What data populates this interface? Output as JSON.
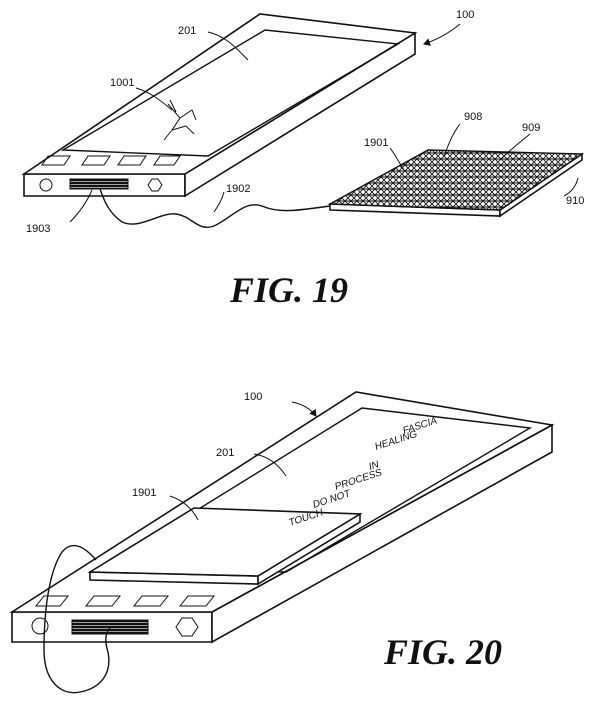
{
  "fig19": {
    "caption": "FIG. 19",
    "labels": {
      "device": "100",
      "screen": "201",
      "crack": "1001",
      "pad": "1901",
      "cable": "1902",
      "port": "1903",
      "pad_layer_a": "908",
      "pad_layer_b": "909",
      "pad_layer_c": "910"
    }
  },
  "fig20": {
    "caption": "FIG. 20",
    "labels": {
      "device": "100",
      "screen": "201",
      "pad": "1901"
    },
    "screen_text": [
      "FASCIA",
      "HEALING",
      "IN",
      "PROCESS",
      "DO NOT",
      "TOUCH"
    ]
  },
  "colors": {
    "ink": "#111111",
    "paper": "#ffffff"
  }
}
